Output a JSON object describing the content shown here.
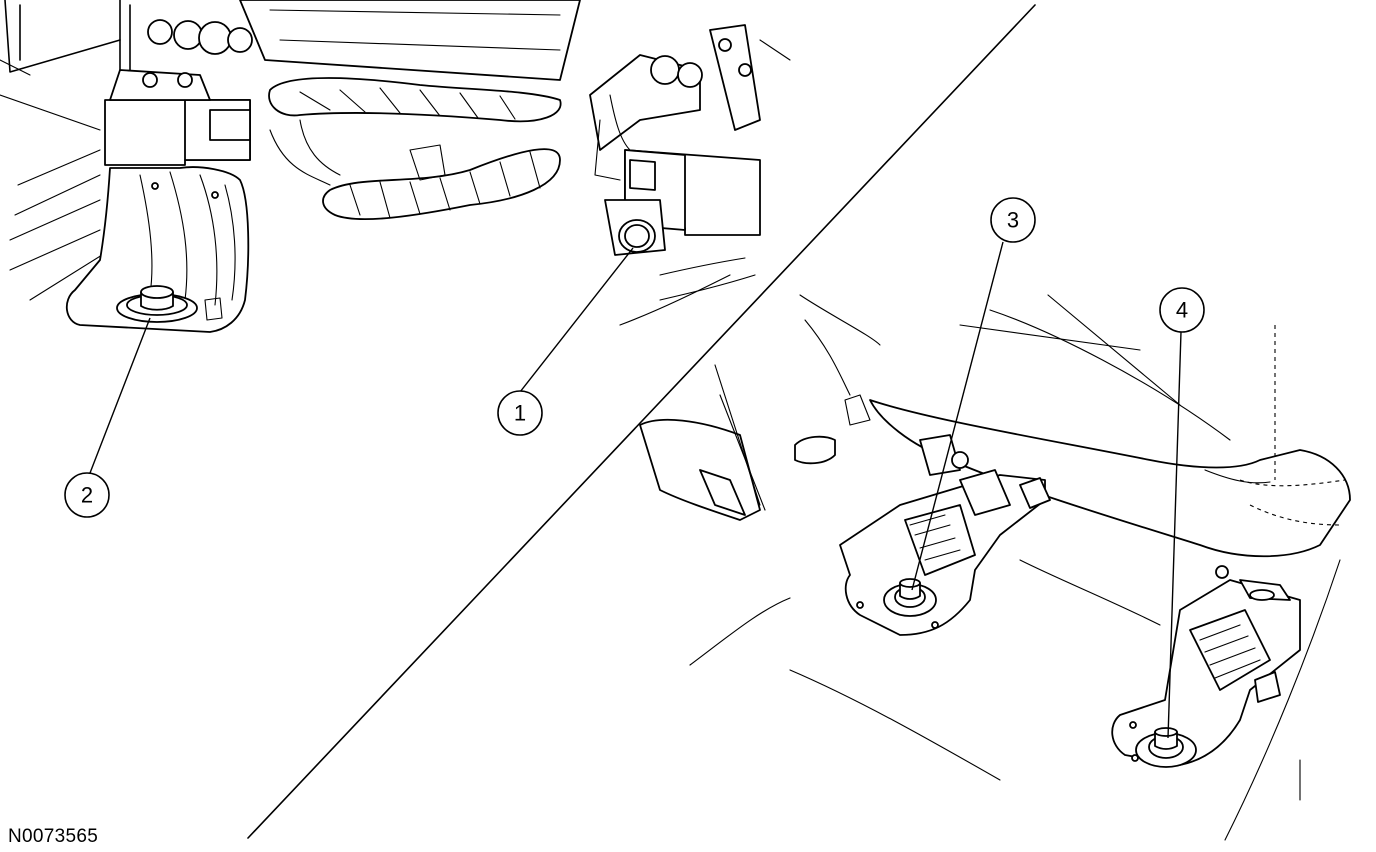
{
  "figure": {
    "reference_code": "N0073565",
    "callouts": [
      {
        "label": "1"
      },
      {
        "label": "2"
      },
      {
        "label": "3"
      },
      {
        "label": "4"
      }
    ]
  }
}
